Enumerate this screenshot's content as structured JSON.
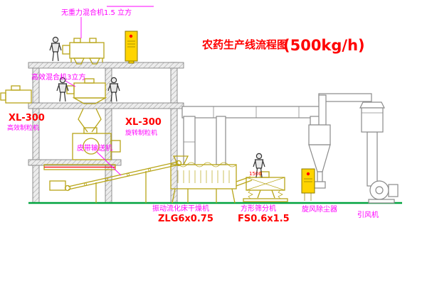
{
  "title": {
    "main": "农药生产线流程图",
    "capacity": "(500kg/h)"
  },
  "labels": {
    "top_mixer": "无重力混合机1.5 立方",
    "high_eff_mixer": "高效混合机3立方",
    "granulator_left_model": "XL-300",
    "granulator_left_name": "高效制粒机",
    "granulator_mid_model": "XL-300",
    "granulator_mid_name": "旋转制粒机",
    "belt_conveyor": "皮带输送机",
    "dryer_name": "振动流化床干燥机",
    "dryer_model": "ZLG6x0.75",
    "sieve_name": "方形筛分机",
    "sieve_model": "FS0.6x1.5",
    "sieve_tag": "1500",
    "cyclone_name": "旋风除尘器",
    "fan_name": "引风机"
  },
  "colors": {
    "label_magenta": "#ff00ff",
    "label_red": "#ff0000",
    "machine_yellow": "#b8a518",
    "panel_yellow": "#ffd400",
    "ground_green": "#00a33e",
    "pipe_gray": "#8a8a8a"
  }
}
